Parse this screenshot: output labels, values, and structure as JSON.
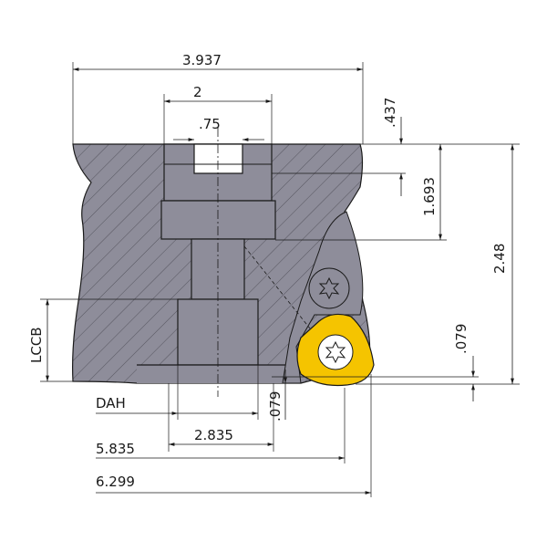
{
  "colors": {
    "body": "#8e8d9a",
    "insert": "#f5c400",
    "line": "#1a1a1a"
  },
  "dimensions": {
    "overall_diameter": "3.937",
    "bore_width": "2",
    "keyway_width": ".75",
    "keyway_depth": ".437",
    "flange_depth": "1.693",
    "height": "2.48",
    "insert_offset_right": ".079",
    "lccb": "LCCB",
    "dah": "DAH",
    "insert_offset_bottom": ".079",
    "dah_value": "2.835",
    "cut_diameter": "5.835",
    "max_diameter": "6.299"
  }
}
